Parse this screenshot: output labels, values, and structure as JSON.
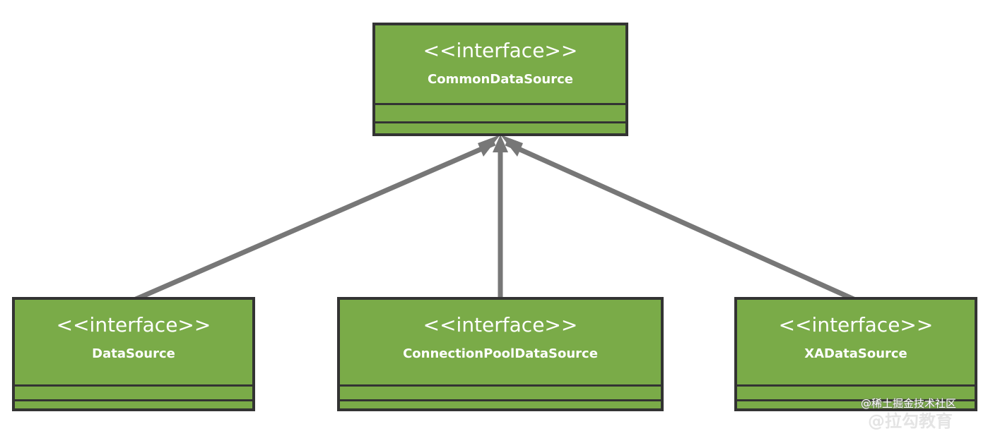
{
  "diagram": {
    "parent": {
      "stereotype": "<<interface>>",
      "name": "CommonDataSource"
    },
    "children": [
      {
        "stereotype": "<<interface>>",
        "name": "DataSource"
      },
      {
        "stereotype": "<<interface>>",
        "name": "ConnectionPoolDataSource"
      },
      {
        "stereotype": "<<interface>>",
        "name": "XADataSource"
      }
    ],
    "relationship": "generalization",
    "colors": {
      "box_fill": "#7aab48",
      "box_border": "#333333",
      "connector": "#777777",
      "text": "#ffffff"
    }
  },
  "watermark": {
    "line1": "@稀土掘金技术社区",
    "line2": "@拉勾教育"
  }
}
